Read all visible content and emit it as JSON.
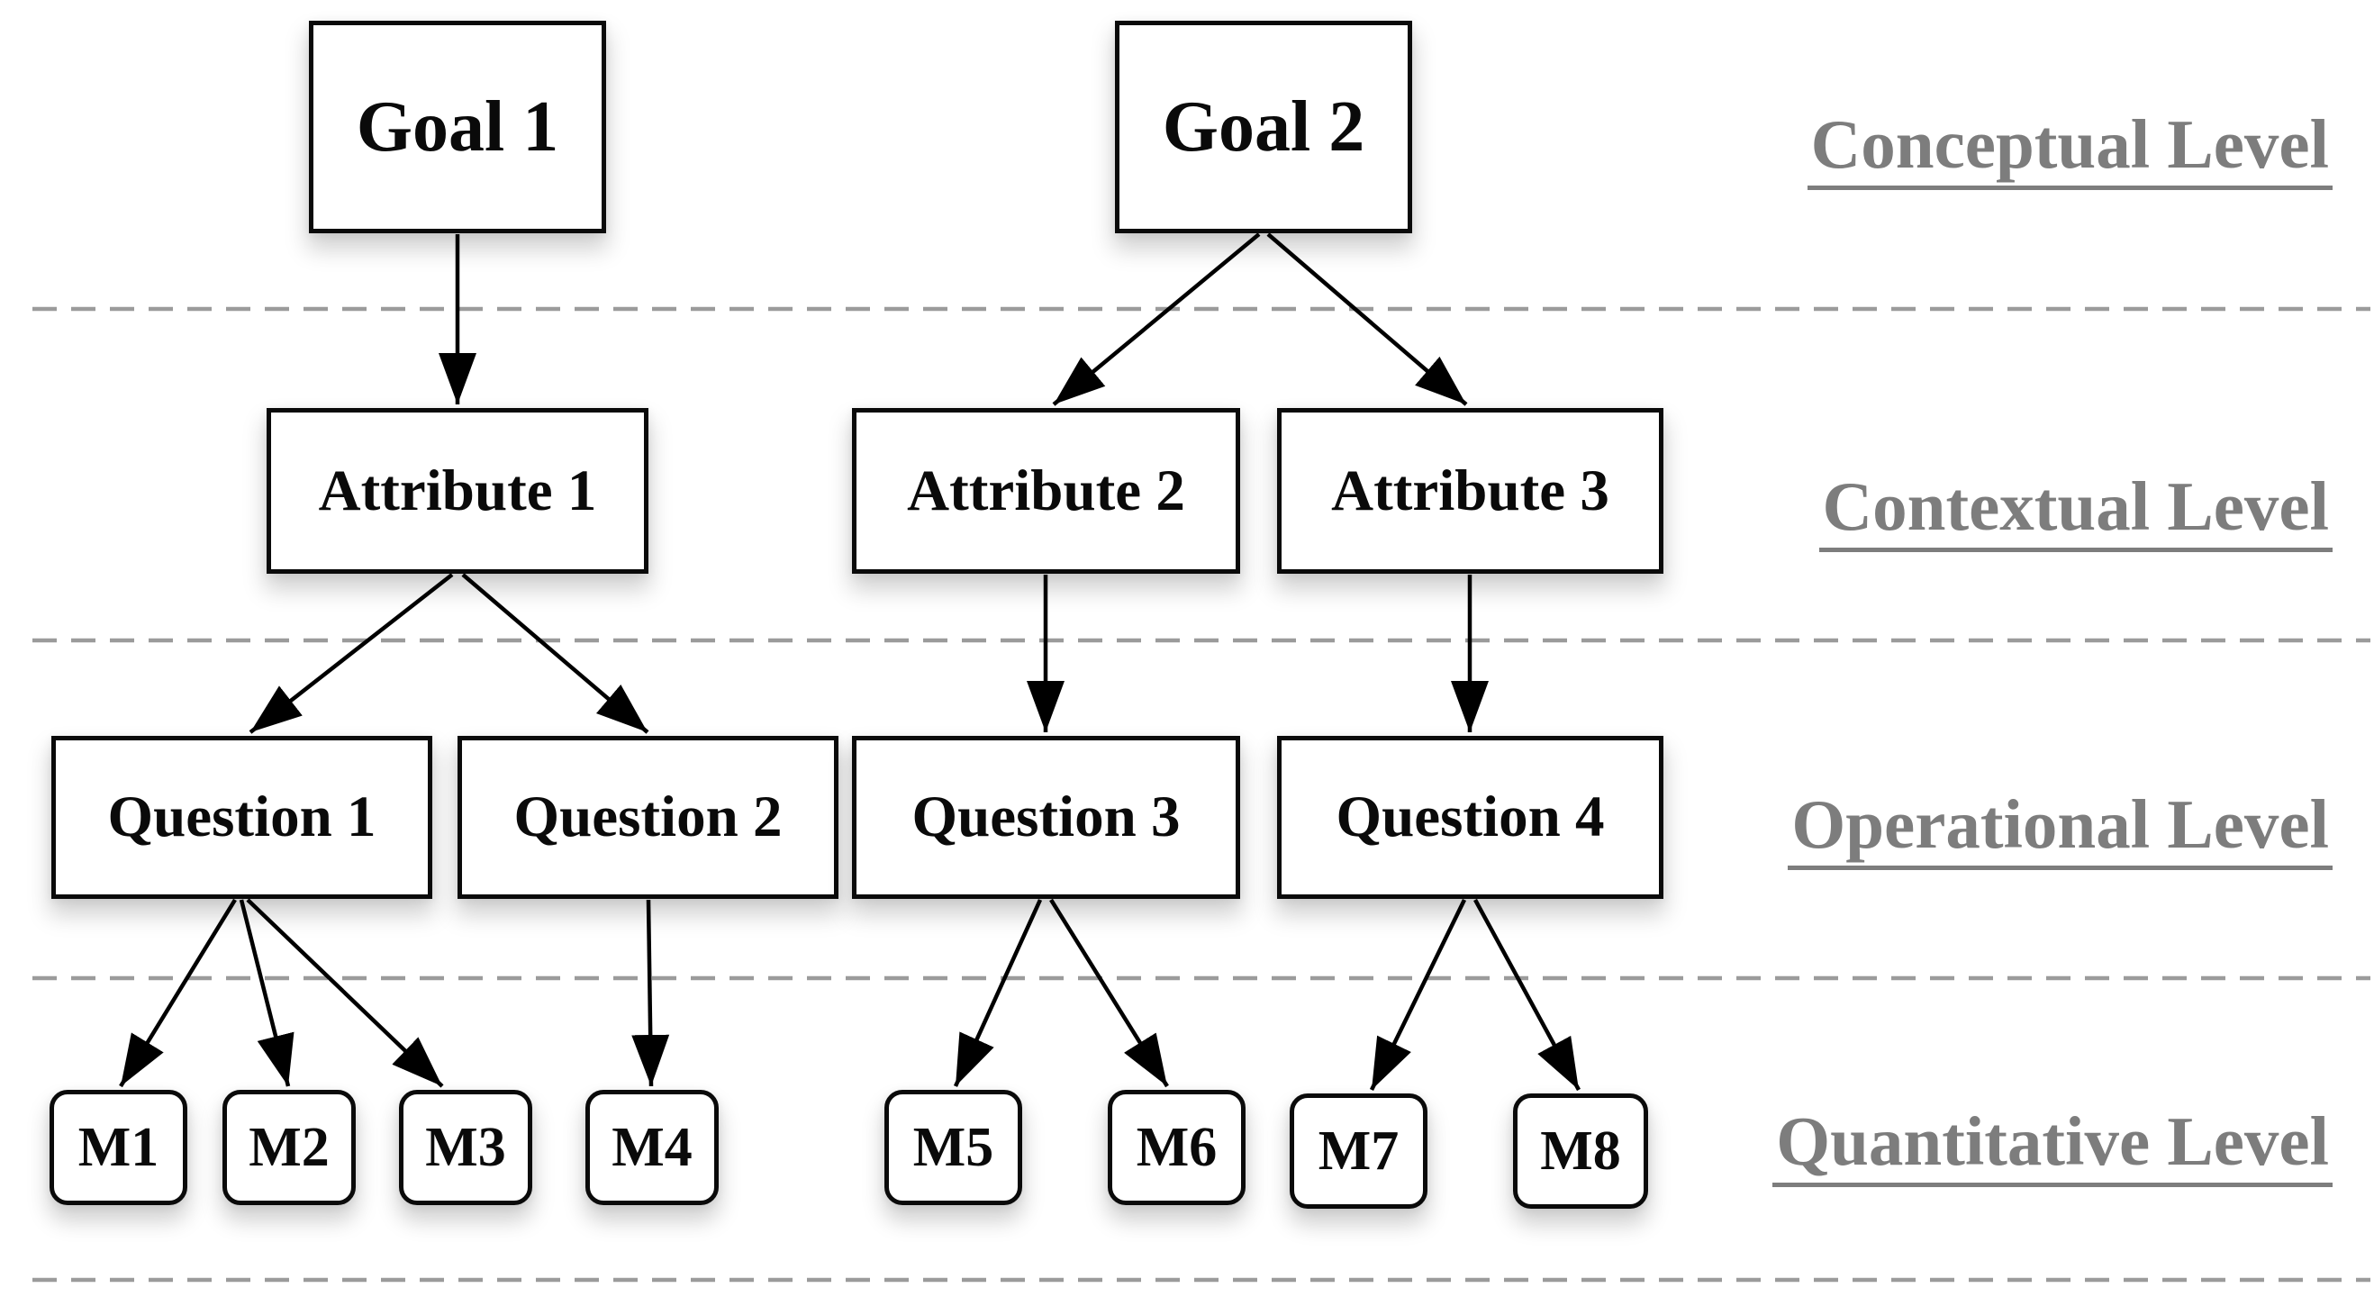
{
  "diagram": {
    "nodes": {
      "goal1": {
        "label": "Goal 1"
      },
      "goal2": {
        "label": "Goal 2"
      },
      "attribute1": {
        "label": "Attribute 1"
      },
      "attribute2": {
        "label": "Attribute 2"
      },
      "attribute3": {
        "label": "Attribute 3"
      },
      "question1": {
        "label": "Question 1"
      },
      "question2": {
        "label": "Question 2"
      },
      "question3": {
        "label": "Question 3"
      },
      "question4": {
        "label": "Question 4"
      },
      "m1": {
        "label": "M1"
      },
      "m2": {
        "label": "M2"
      },
      "m3": {
        "label": "M3"
      },
      "m4": {
        "label": "M4"
      },
      "m5": {
        "label": "M5"
      },
      "m6": {
        "label": "M6"
      },
      "m7": {
        "label": "M7"
      },
      "m8": {
        "label": "M8"
      }
    },
    "edges": [
      {
        "from": "goal1",
        "to": "attribute1"
      },
      {
        "from": "goal2",
        "to": "attribute2"
      },
      {
        "from": "goal2",
        "to": "attribute3"
      },
      {
        "from": "attribute1",
        "to": "question1"
      },
      {
        "from": "attribute1",
        "to": "question2"
      },
      {
        "from": "attribute2",
        "to": "question3"
      },
      {
        "from": "attribute3",
        "to": "question4"
      },
      {
        "from": "question1",
        "to": "m1"
      },
      {
        "from": "question1",
        "to": "m2"
      },
      {
        "from": "question1",
        "to": "m3"
      },
      {
        "from": "question2",
        "to": "m4"
      },
      {
        "from": "question3",
        "to": "m5"
      },
      {
        "from": "question3",
        "to": "m6"
      },
      {
        "from": "question4",
        "to": "m7"
      },
      {
        "from": "question4",
        "to": "m8"
      }
    ],
    "levels": [
      {
        "label": "Conceptual Level"
      },
      {
        "label": "Contextual Level"
      },
      {
        "label": "Operational Level"
      },
      {
        "label": "Quantitative Level"
      }
    ],
    "colors": {
      "node_fill": "#ffffff",
      "node_border": "#0a0a0a",
      "arrow": "#000000",
      "level_label": "#7d7d7d",
      "separator": "#9b9b9b",
      "background": "#ffffff"
    }
  }
}
